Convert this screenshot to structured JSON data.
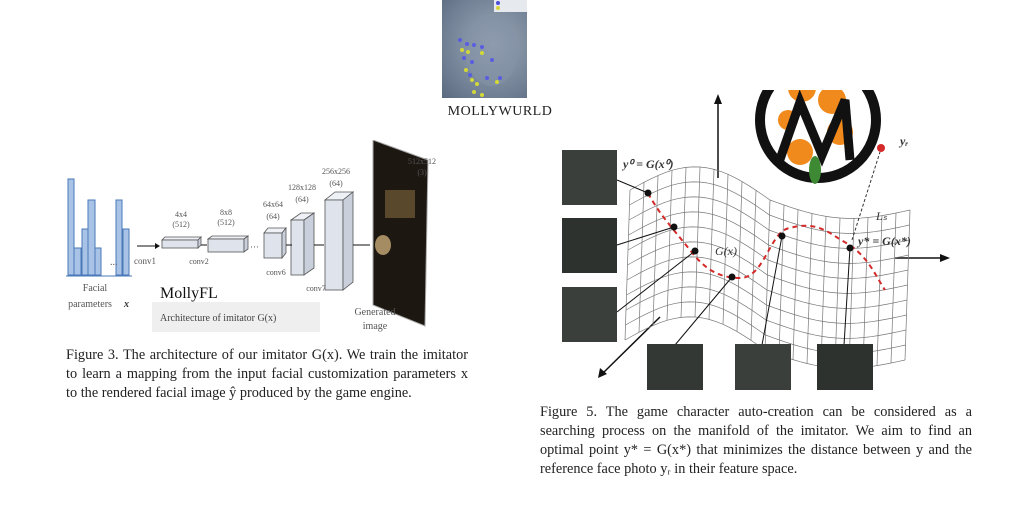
{
  "thumbnail": {
    "label": "MOLLYWURLD"
  },
  "figure3": {
    "input_label_line1": "Facial",
    "input_label_line2": "parameters",
    "input_var": "x",
    "ellipsis": "...",
    "layers": [
      {
        "size": "4x4",
        "channels": "(512)",
        "name": "conv2"
      },
      {
        "size": "8x8",
        "channels": "(512)",
        "name": ""
      },
      {
        "size": "64x64",
        "channels": "(64)",
        "name": "conv6"
      },
      {
        "size": "128x128",
        "channels": "(64)",
        "name": "conv7"
      },
      {
        "size": "256x256",
        "channels": "(64)",
        "name": ""
      },
      {
        "size": "512x512",
        "channels": "(3)",
        "name": ""
      }
    ],
    "conv1": "conv1",
    "watermark": "MollyFL",
    "subtitle": "Architecture of imitator G(x)",
    "output_label_line1": "Generated",
    "output_label_line2": "image",
    "caption": "Figure 3. The architecture of our imitator G(x). We train the imitator to learn a mapping from the input facial customization parameters x to the rendered facial image ŷ produced by the game engine."
  },
  "figure5": {
    "label_y0": "y⁰ = G(x⁰)",
    "label_gx": "G(x)",
    "label_ystar": "y* = G(x*)",
    "label_yr": "yᵣ",
    "label_ls": "Lₛ",
    "caption": "Figure 5. The game character auto-creation can be considered as a searching process on the manifold of the imitator. We aim to find an optimal point y* = G(x*) that minimizes the distance between y and the reference face photo yᵣ in their feature space."
  },
  "colors": {
    "bar_fill": "#a9c3e6",
    "bar_stroke": "#4a78b8",
    "path_red": "#d42a2a",
    "logo_orange": "#f08a1c"
  }
}
